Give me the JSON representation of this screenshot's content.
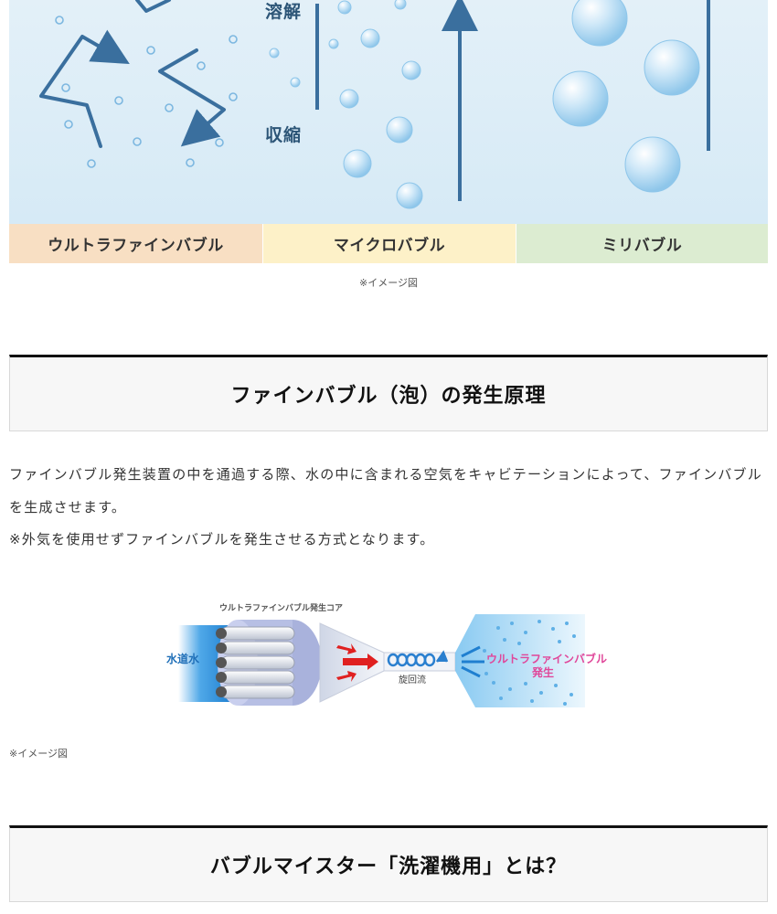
{
  "bubble_figure": {
    "scene_labels": {
      "dissolve": "溶解",
      "shrink": "収縮"
    },
    "bubble_types": [
      "ウルトラファインバブル",
      "マイクロバブル",
      "ミリバブル"
    ],
    "caption": "※イメージ図"
  },
  "section1": {
    "heading": "ファインバブル（泡）の発生原理",
    "paragraph_lines": [
      "ファインバブル発生装置の中を通過する際、水の中に含まれる空気をキャビテーションによって、ファインバブル",
      "を生成させます。",
      "※外気を使用せずファインバブルを発生させる方式となります。"
    ]
  },
  "generation_diagram": {
    "core_label": "ウルトラファインバブル発生コア",
    "water_label": "水道水",
    "swirl_label": "旋回流",
    "ufb_label": "ウルトラファインバブル",
    "generation_label": "発生",
    "caption": "※イメージ図"
  },
  "section2": {
    "heading": "バブルマイスター「洗濯機用」とは？"
  },
  "colors": {
    "scene_bg": "#dcecf7",
    "arrow_blue": "#3a6f9e",
    "ultra_bg": "#f8dfc3",
    "micro_bg": "#fdf1c8",
    "milli_bg": "#dcecd1",
    "heading_border": "#111111",
    "pink_text": "#e0479a"
  }
}
